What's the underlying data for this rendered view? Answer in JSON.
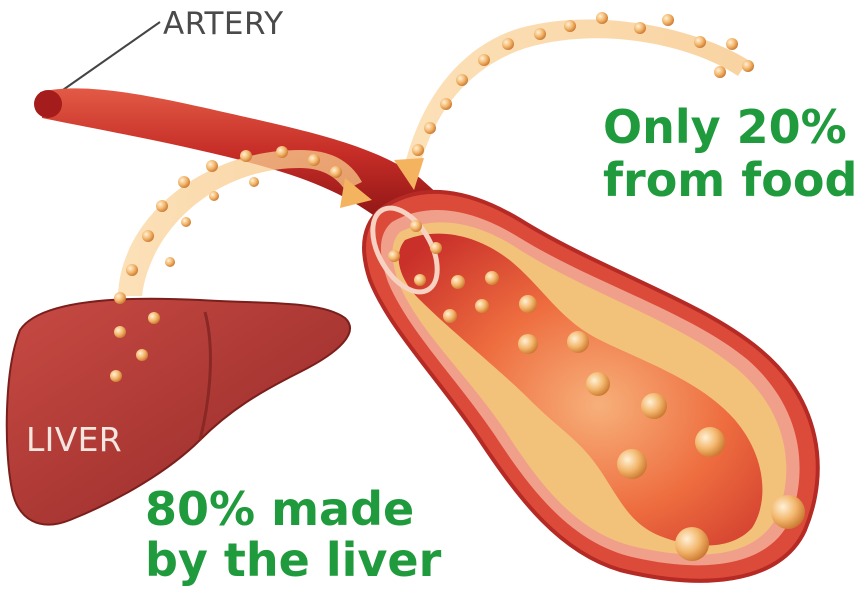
{
  "labels": {
    "artery": "ARTERY",
    "liver": "LIVER"
  },
  "captions": {
    "food_line1": "Only 20%",
    "food_line2": "from food",
    "liver_line1": "80% made",
    "liver_line2": "by the liver"
  },
  "colors": {
    "caption_green": "#1f9a3c",
    "artery_red": "#c8302a",
    "liver_red": "#b03a34",
    "particle": "#f2b56b",
    "plaque": "#f3c27a"
  }
}
